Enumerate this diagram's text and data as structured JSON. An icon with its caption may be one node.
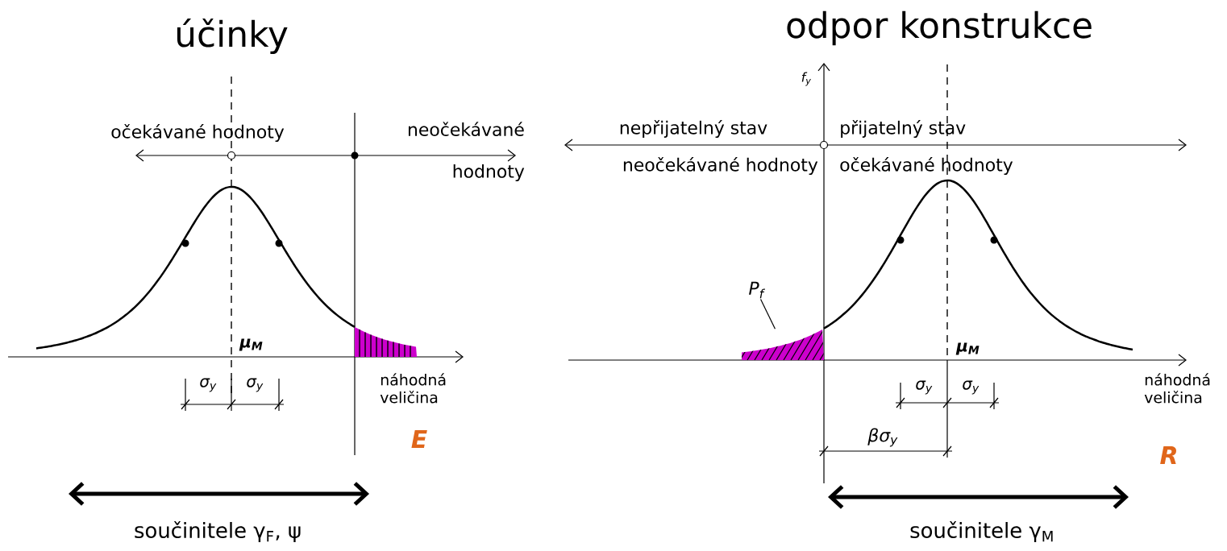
{
  "diagram": {
    "nodes": [
      {
        "text": [
          "P$_{f}$"
        ]
      },
      {
        "text": [],
        "shape": "area"
      }
    ],
    "edges": [
      {
        "from": 0,
        "to": 1,
        "arrow": "none"
      }
    ],
    "labels": [
      "účinky",
      "odpor konstrukce",
      "f$_{y}$",
      "očekávané hodnoty",
      "neočekávané hodnoty",
      "nepřijatelný stav",
      "přijatelný stav",
      "neočekávané hodnoty",
      "očekávané hodnoty",
      "μ$_{M}$",
      "μ$_{M}$",
      "σ$_{y}$",
      "σ$_{y}$",
      "σ$_{y}$",
      "σ$_{y}$",
      "náhodná veličina",
      "náhodná veličina",
      "E",
      "βσ$_{y}$",
      "R",
      "součinitele γ$_{F}$, ψ",
      "součinitele γ$_{M}$"
    ]
  }
}
